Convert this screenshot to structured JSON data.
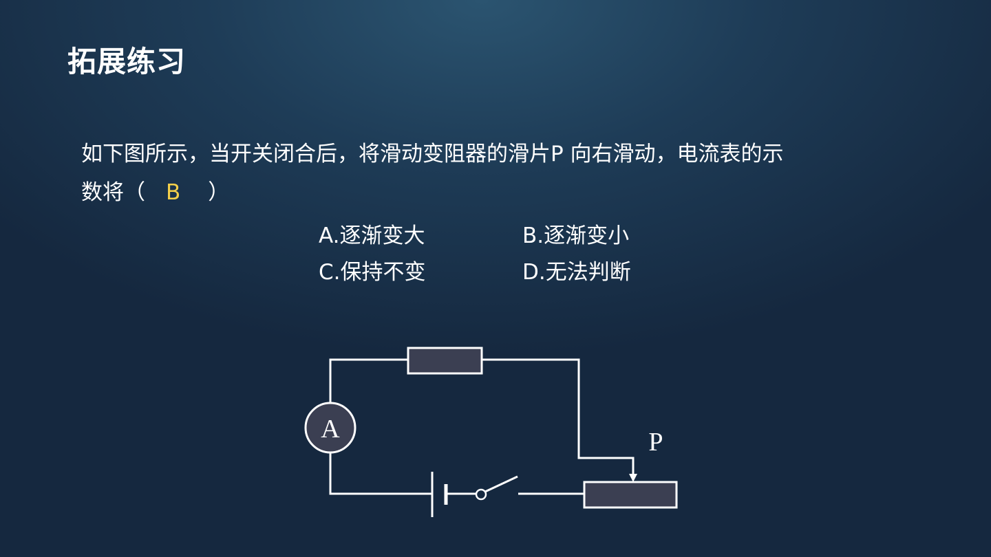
{
  "slide": {
    "title": "拓展练习",
    "question": {
      "text_line1": "如下图所示，当开关闭合后，将滑动变阻器的滑片P 向右滑动，电流表的示",
      "text_line2_prefix": "数将",
      "paren_open": "（",
      "answer": "B",
      "paren_close": "）"
    },
    "options": [
      {
        "label": "A.逐渐变大"
      },
      {
        "label": "B.逐渐变小"
      },
      {
        "label": "C.保持不变"
      },
      {
        "label": "D.无法判断"
      }
    ],
    "diagram": {
      "ammeter_label": "A",
      "slider_label": "P"
    },
    "colors": {
      "answer": "#f5d04a",
      "component_fill": "#3b3f52",
      "wire": "#ffffff"
    }
  }
}
